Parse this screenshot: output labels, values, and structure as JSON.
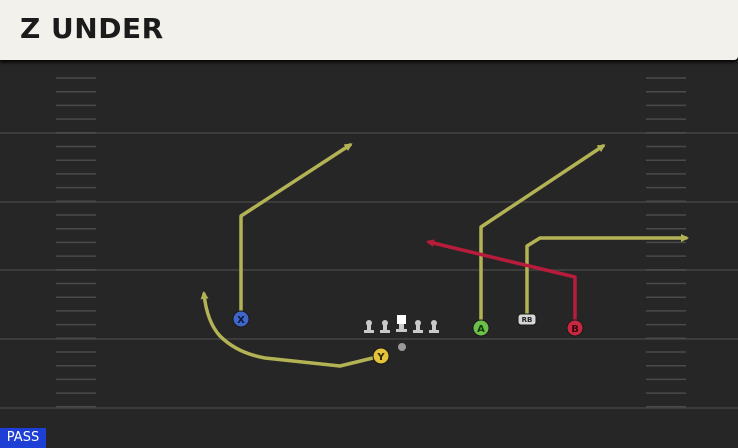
{
  "play": {
    "name": "Z UNDER",
    "type_label": "PASS"
  },
  "colors": {
    "field": "#262626",
    "yard_line": "#3c3c3c",
    "hash": "#4a4a4a",
    "route_primary": "#b3b356",
    "route_highlight": "#b71c3a",
    "lineman": "#c9c9c9",
    "pass_badge": "#1d3fd6"
  },
  "players": {
    "x": {
      "label": "X",
      "color": "#3f66c9",
      "role": "receiver"
    },
    "y": {
      "label": "Y",
      "color": "#e4c33a",
      "role": "tight-end"
    },
    "a": {
      "label": "A",
      "color": "#6cc04a",
      "role": "receiver"
    },
    "b": {
      "label": "B",
      "color": "#c8283f",
      "role": "receiver-highlighted"
    },
    "rb": {
      "label": "RB",
      "color": "#d6d6d6",
      "role": "running-back"
    }
  },
  "offensive_line": {
    "count": 5,
    "center_icon": "center-square-icon",
    "other_icon": "lineman-t-icon"
  },
  "quarterback": {
    "icon": "qb-dot-icon"
  }
}
